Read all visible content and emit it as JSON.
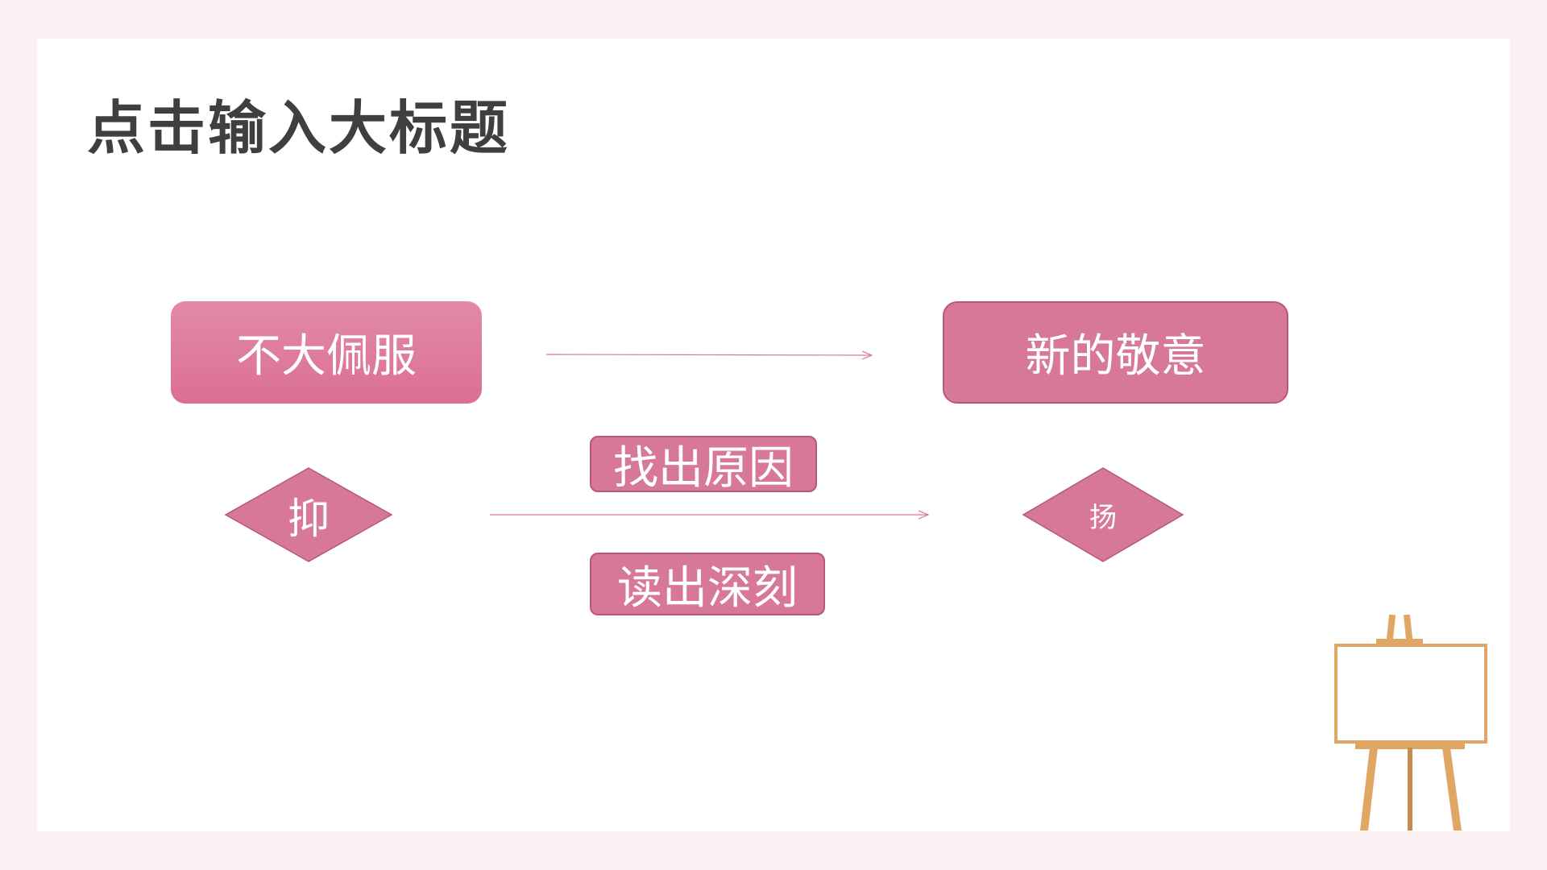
{
  "slide": {
    "title": "点击输入大标题"
  },
  "diagram": {
    "start_box": "不大佩服",
    "end_box": "新的敬意",
    "step_one": "找出原因",
    "step_two": "读出深刻",
    "start_diamond": "抑",
    "end_diamond": "扬"
  },
  "colors": {
    "slide_border": "#fdf1f3",
    "title_text": "#3f3f3f",
    "box_fill": "#d87898",
    "box_border": "#b85878",
    "arrow": "#d87898",
    "easel_wood": "#e0a663"
  },
  "icons": {
    "decoration": "easel-whiteboard-icon"
  }
}
